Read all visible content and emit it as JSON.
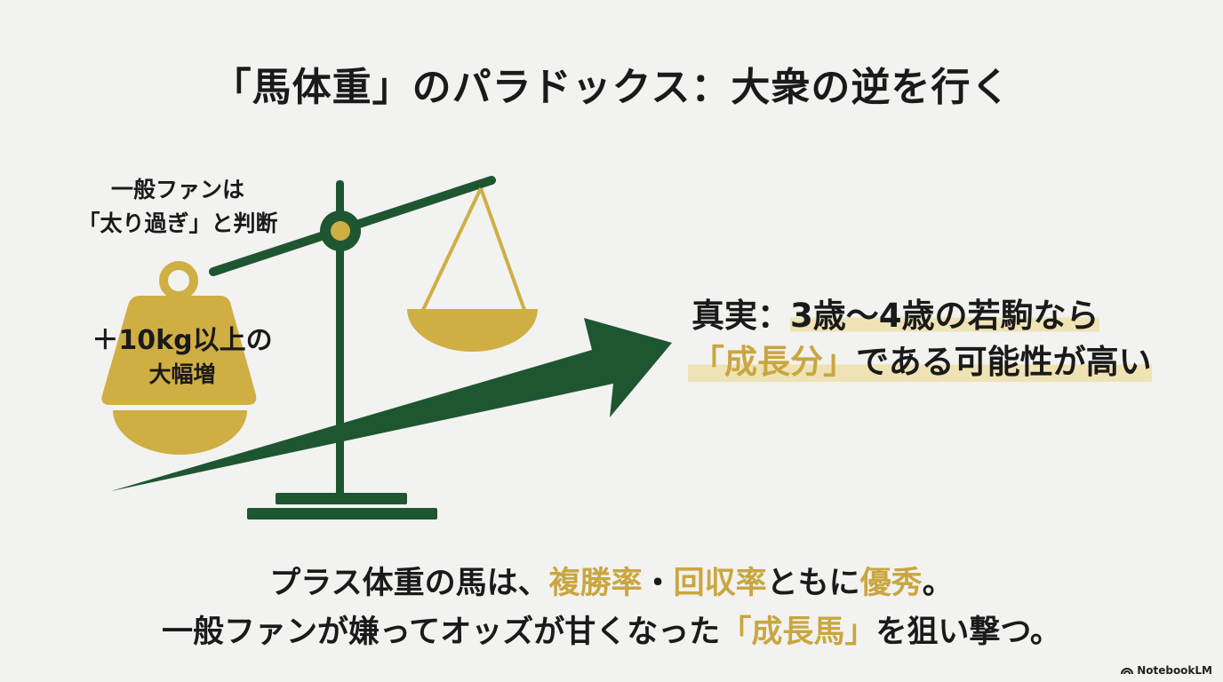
{
  "title": "「馬体重」のパラドックス：大衆の逆を行く",
  "fan_label": {
    "line1": "一般ファンは",
    "line2": "「太り過ぎ」と判断"
  },
  "weight_label": {
    "line1": "＋10kg以上の",
    "line2": "大幅増"
  },
  "truth": {
    "prefix": "真実：",
    "line1_highlight": "3歳〜4歳の若駒なら",
    "line2_gold": "「成長分」",
    "line2_rest": "である可能性が高い"
  },
  "bottom": {
    "line1": [
      "プラス体重の馬は、",
      "複勝率",
      "・",
      "回収率",
      "ともに",
      "優秀",
      "。"
    ],
    "line2": [
      "一般ファンが嫌ってオッズが甘くなった",
      "「成長馬」",
      "を狙い撃つ。"
    ]
  },
  "watermark": "NotebookLM",
  "colors": {
    "green": "#1e5631",
    "gold": "#cfae44",
    "background": "#f2f2f0",
    "highlight": "#efe3b6"
  }
}
